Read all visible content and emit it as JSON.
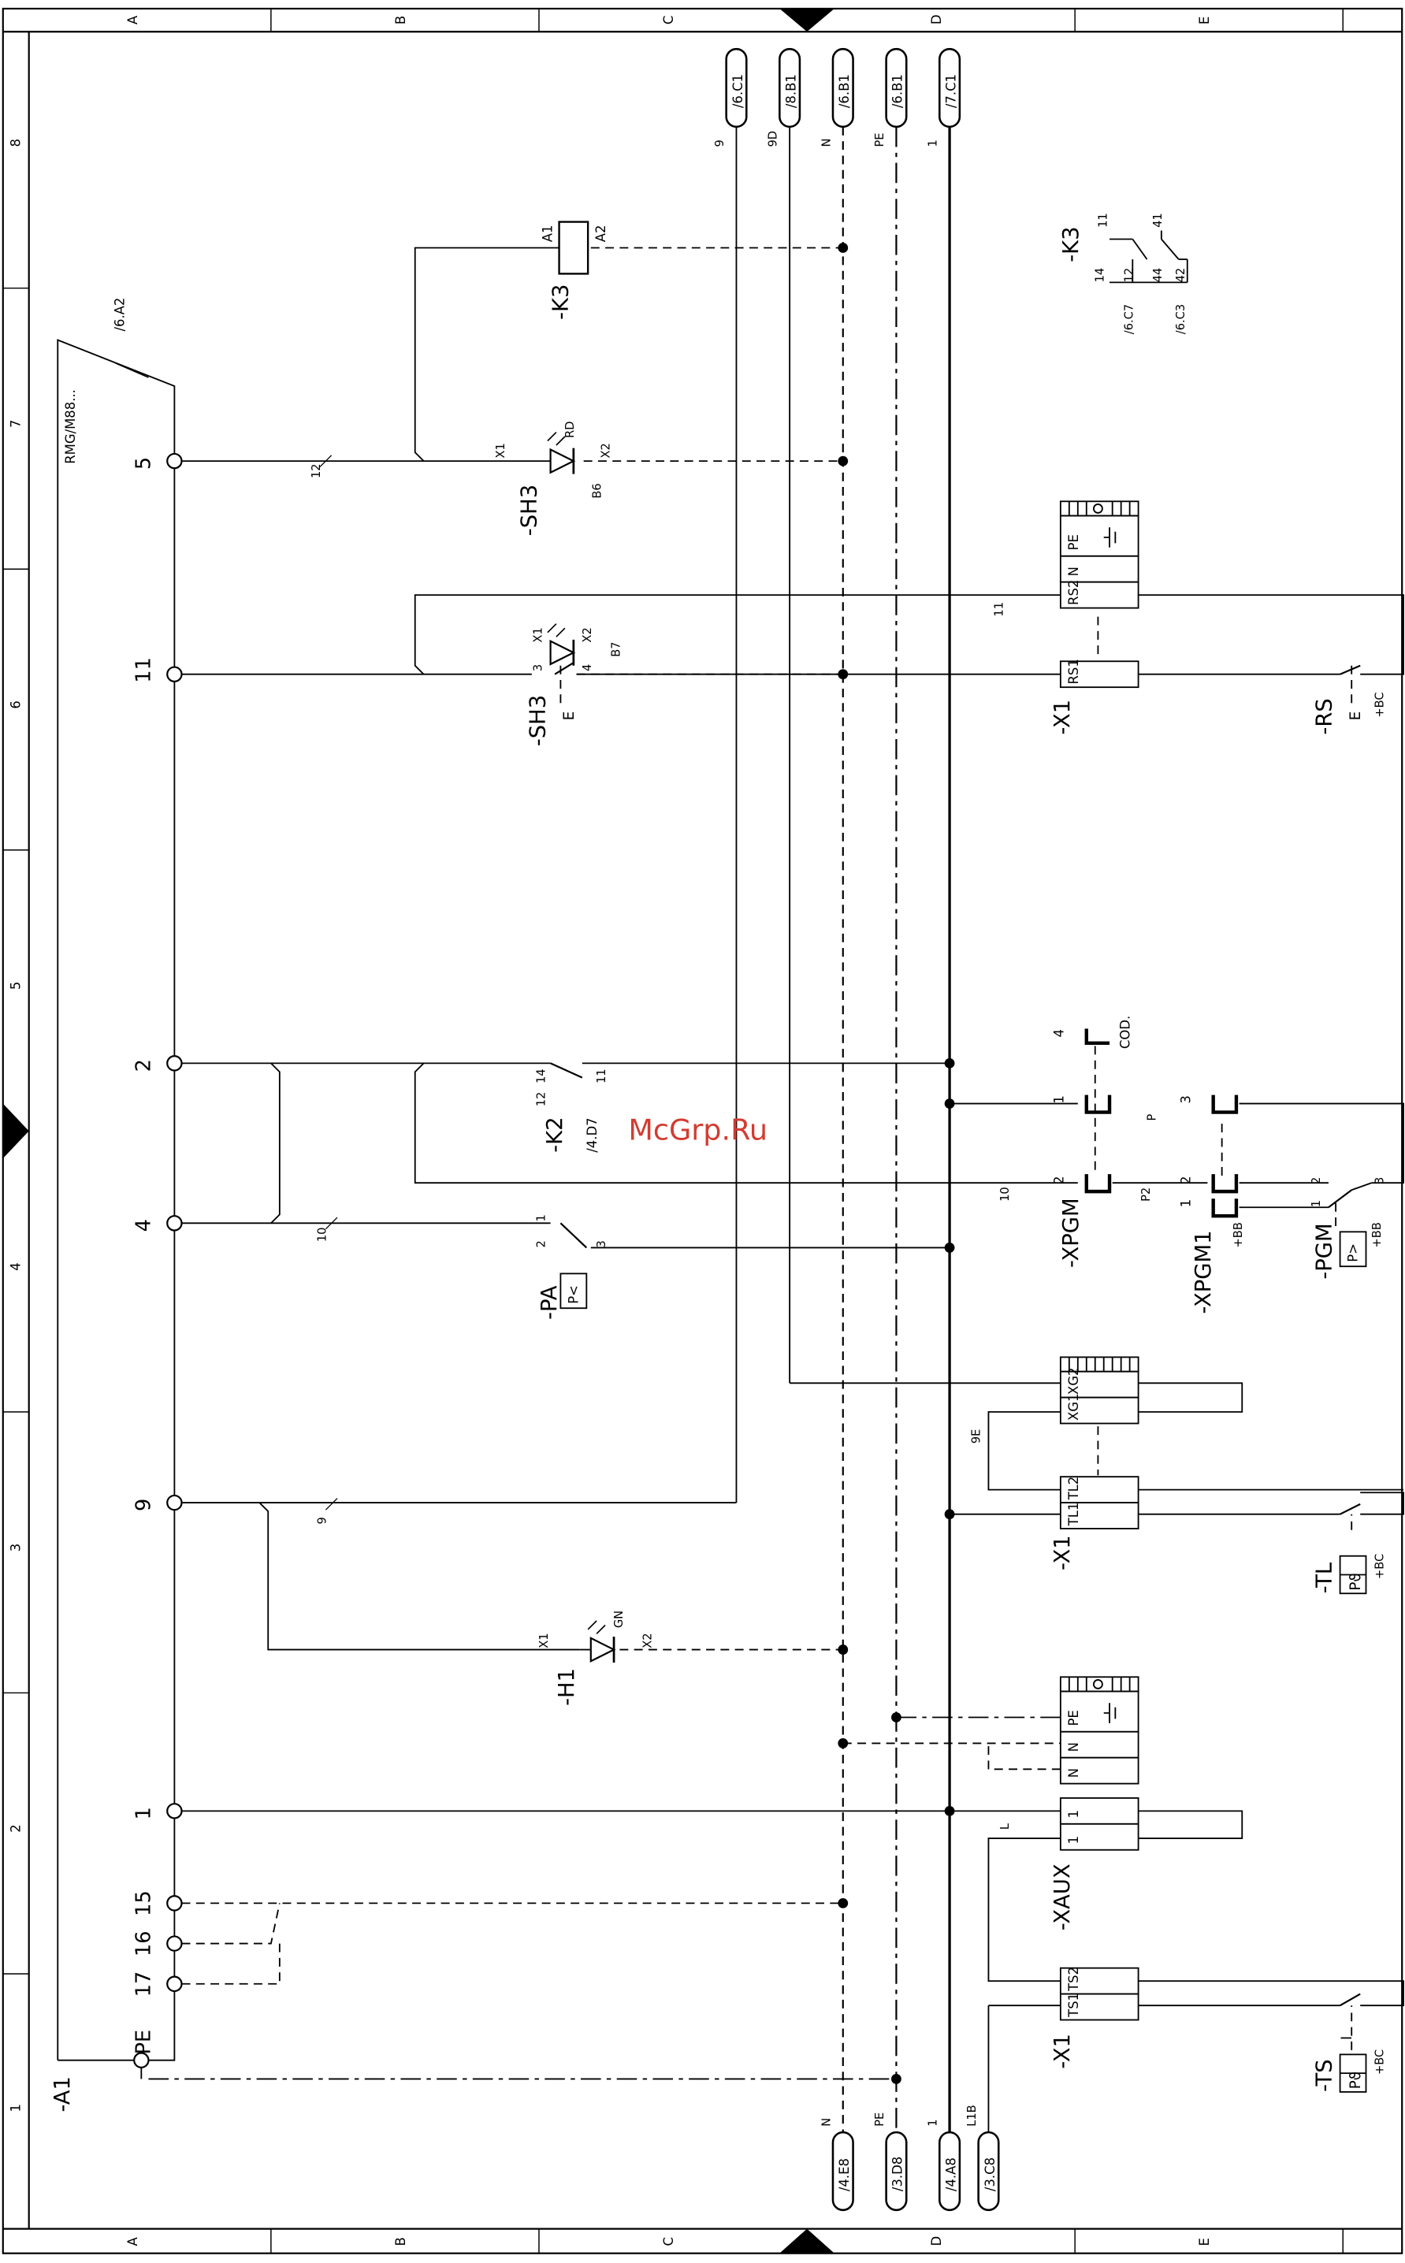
{
  "frame": {
    "columns": [
      "A",
      "B",
      "C",
      "D",
      "E"
    ],
    "rows": [
      "1",
      "2",
      "3",
      "4",
      "5",
      "6",
      "7",
      "8"
    ]
  },
  "watermark": "McGrp.Ru",
  "bus_top": [
    {
      "ref": "/6.C1",
      "wire": "9"
    },
    {
      "ref": "/8.B1",
      "wire": "9D"
    },
    {
      "ref": "/6.B1",
      "wire": "N"
    },
    {
      "ref": "/6.B1",
      "wire": "PE"
    },
    {
      "ref": "/7.C1",
      "wire": "1"
    }
  ],
  "bus_bottom": [
    {
      "ref": "/4.E8",
      "wire": "N"
    },
    {
      "ref": "/3.D8",
      "wire": "PE"
    },
    {
      "ref": "/4.A8",
      "wire": "1"
    },
    {
      "ref": "/3.C8",
      "wire": "L1B"
    }
  ],
  "controller": {
    "tag": "-A1",
    "model": "RMG/M88...",
    "ref": "/6.A2",
    "terminals": [
      "5",
      "11",
      "2",
      "4",
      "9",
      "1",
      "15",
      "16",
      "17",
      "PE"
    ]
  },
  "components": {
    "k3_coil": {
      "tag": "-K3",
      "a1": "A1",
      "a2": "A2"
    },
    "sh3_lamp": {
      "tag": "-SH3",
      "x1": "X1",
      "x2": "X2",
      "color": "RD",
      "wire": "B6",
      "wire_in": "12"
    },
    "sh3_switch": {
      "tag": "-SH3",
      "e": "E",
      "p3": "3",
      "p4": "4",
      "x1": "X1",
      "x2": "X2",
      "wire": "B7"
    },
    "k2_contact": {
      "tag": "-K2",
      "ref": "/4.D7",
      "p12": "12",
      "p14": "14",
      "p11": "11"
    },
    "pa_switch": {
      "tag": "-PA",
      "symbol": "P<",
      "p1": "1",
      "p2": "2",
      "p3": "3",
      "wire": "10"
    },
    "h1_lamp": {
      "tag": "-H1",
      "x1": "X1",
      "x2": "X2",
      "color": "GN",
      "wire": "9"
    },
    "k3_contacts": {
      "tag": "-K3",
      "p11": "11",
      "p12": "12",
      "p14": "14",
      "p41": "41",
      "p42": "42",
      "p44": "44",
      "ref1": "/6.C7",
      "ref2": "/6.C3"
    },
    "x1_rs": {
      "tag": "-X1",
      "t1": "RS1",
      "t2": "RS2",
      "n": "N",
      "pe": "PE",
      "wire": "11"
    },
    "rs": {
      "tag": "-RS",
      "e": "E",
      "loc": "+BC"
    },
    "xpgm": {
      "tag": "-XPGM",
      "p1": "1",
      "p2": "2",
      "p4": "4",
      "cod": "COD.",
      "wire1": "10",
      "wire2": "P2",
      "wire3": "P"
    },
    "xpgm1": {
      "tag": "-XPGM1",
      "p1": "1",
      "p2": "2",
      "p3": "3",
      "loc": "+BB"
    },
    "pgm": {
      "tag": "-PGM",
      "symbol": "P>",
      "p1": "1",
      "p2": "2",
      "p3": "3",
      "loc": "+BB"
    },
    "x1_tl": {
      "tag": "-X1",
      "t1": "TL1",
      "t2": "TL2",
      "g1": "XG1",
      "g2": "XG2",
      "wire": "9E"
    },
    "tl": {
      "tag": "-TL",
      "symbol": "Pϑ",
      "loc": "+BC"
    },
    "xaux": {
      "tag": "-XAUX",
      "t1": "1",
      "t2": "1",
      "n1": "N",
      "n2": "N",
      "pe": "PE",
      "wire": "L"
    },
    "x1_ts": {
      "tag": "-X1",
      "t1": "TS1",
      "t2": "TS2"
    },
    "ts": {
      "tag": "-TS",
      "symbol": "Pϑ",
      "extra": "I",
      "loc": "+BC"
    }
  }
}
